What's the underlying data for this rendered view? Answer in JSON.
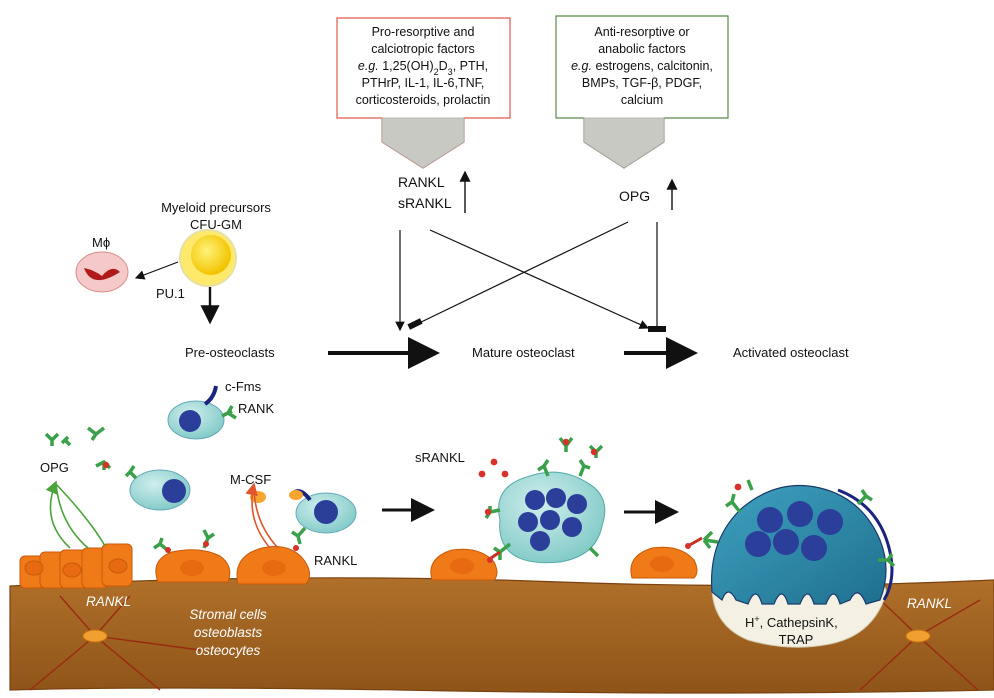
{
  "pro_box": {
    "title_line1": "Pro-resorptive and",
    "title_line2": "calciotropic factors",
    "eg": "e.g.",
    "line3_rest": " 1,25(OH)",
    "sub2": "2",
    "d": "D",
    "sub3": "3",
    "line3_tail": ", PTH,",
    "line4": "PTHrP, IL-1, IL-6,TNF,",
    "line5": "corticosteroids, prolactin",
    "border_color": "#e05a4a"
  },
  "anti_box": {
    "title_line1": "Anti-resorptive or",
    "title_line2": "anabolic factors",
    "eg": "e.g.",
    "line3_rest": " estrogens, calcitonin,",
    "line4": "BMPs, TGF-β, PDGF,",
    "line5": "calcium",
    "border_color": "#5a8a4a"
  },
  "labels": {
    "rankl_top": "RANKL",
    "srankl_top": "sRANKL",
    "opg_top": "OPG",
    "myeloid": "Myeloid precursors",
    "cfu": "CFU-GM",
    "mphi": "Mϕ",
    "pu1": "PU.1",
    "pre_osteoclasts": "Pre-osteoclasts",
    "mature_osteoclast": "Mature osteoclast",
    "activated_osteoclast": "Activated osteoclast",
    "cfms": "c-Fms",
    "rank": "RANK",
    "opg_bottom": "OPG",
    "mcsf": "M-CSF",
    "srankl_bottom": "sRANKL",
    "rankl_cell": "RANKL",
    "rankl_bone_left": "RANKL",
    "rankl_bone_right": "RANKL",
    "stromal_1": "Stromal cells",
    "stromal_2": "osteoblasts",
    "stromal_3": "osteocytes",
    "hplus": "H",
    "hplus_sup": "+",
    "cathepsin": ", CathepsinK,",
    "trap": "TRAP"
  },
  "colors": {
    "bone": "#a0621e",
    "bone_line": "#8a2a10",
    "osteoblast": "#f07a18",
    "cell_cyan": "#8fd3d0",
    "nucleus": "#2b3f9a",
    "receptor_green": "#3aa04a",
    "arrow_grey": "#c8c8c2",
    "red_dot": "#d6322a"
  }
}
